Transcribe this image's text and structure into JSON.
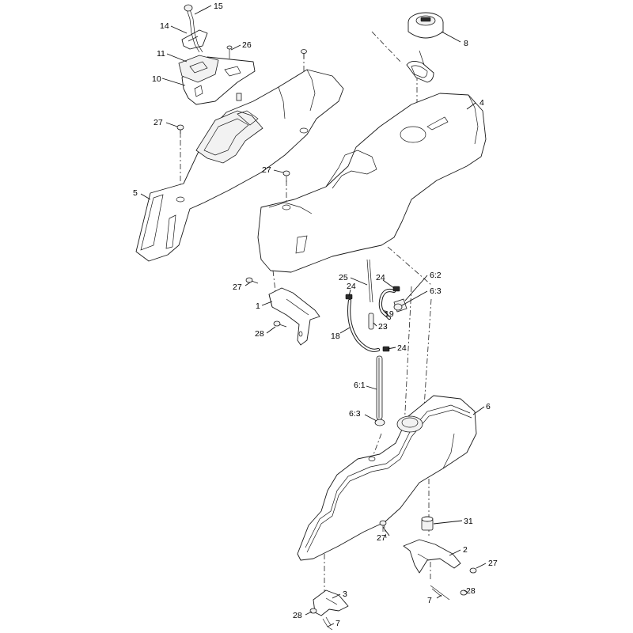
{
  "diagram": {
    "colors": {
      "line": "#1a1a1a",
      "background": "#ffffff"
    },
    "callouts": [
      {
        "id": "c15",
        "text": "15"
      },
      {
        "id": "c14",
        "text": "14"
      },
      {
        "id": "c26",
        "text": "26"
      },
      {
        "id": "c11",
        "text": "11"
      },
      {
        "id": "c10",
        "text": "10"
      },
      {
        "id": "c8",
        "text": "8"
      },
      {
        "id": "c4",
        "text": "4"
      },
      {
        "id": "c27a",
        "text": "27"
      },
      {
        "id": "c27b",
        "text": "27"
      },
      {
        "id": "c5",
        "text": "5"
      },
      {
        "id": "c27c",
        "text": "27"
      },
      {
        "id": "c1",
        "text": "1"
      },
      {
        "id": "c28a",
        "text": "28"
      },
      {
        "id": "c25",
        "text": "25"
      },
      {
        "id": "c24a",
        "text": "24"
      },
      {
        "id": "c24b",
        "text": "24"
      },
      {
        "id": "c62",
        "text": "6:2"
      },
      {
        "id": "c63a",
        "text": "6:3"
      },
      {
        "id": "c19",
        "text": "19"
      },
      {
        "id": "c23",
        "text": "23"
      },
      {
        "id": "c18",
        "text": "18"
      },
      {
        "id": "c24c",
        "text": "24"
      },
      {
        "id": "c61",
        "text": "6:1"
      },
      {
        "id": "c63b",
        "text": "6:3"
      },
      {
        "id": "c6",
        "text": "6"
      },
      {
        "id": "c31",
        "text": "31"
      },
      {
        "id": "c27d",
        "text": "27"
      },
      {
        "id": "c2",
        "text": "2"
      },
      {
        "id": "c27e",
        "text": "27"
      },
      {
        "id": "c28b",
        "text": "28"
      },
      {
        "id": "c7a",
        "text": "7"
      },
      {
        "id": "c3",
        "text": "3"
      },
      {
        "id": "c28c",
        "text": "28"
      },
      {
        "id": "c7b",
        "text": "7"
      }
    ]
  }
}
